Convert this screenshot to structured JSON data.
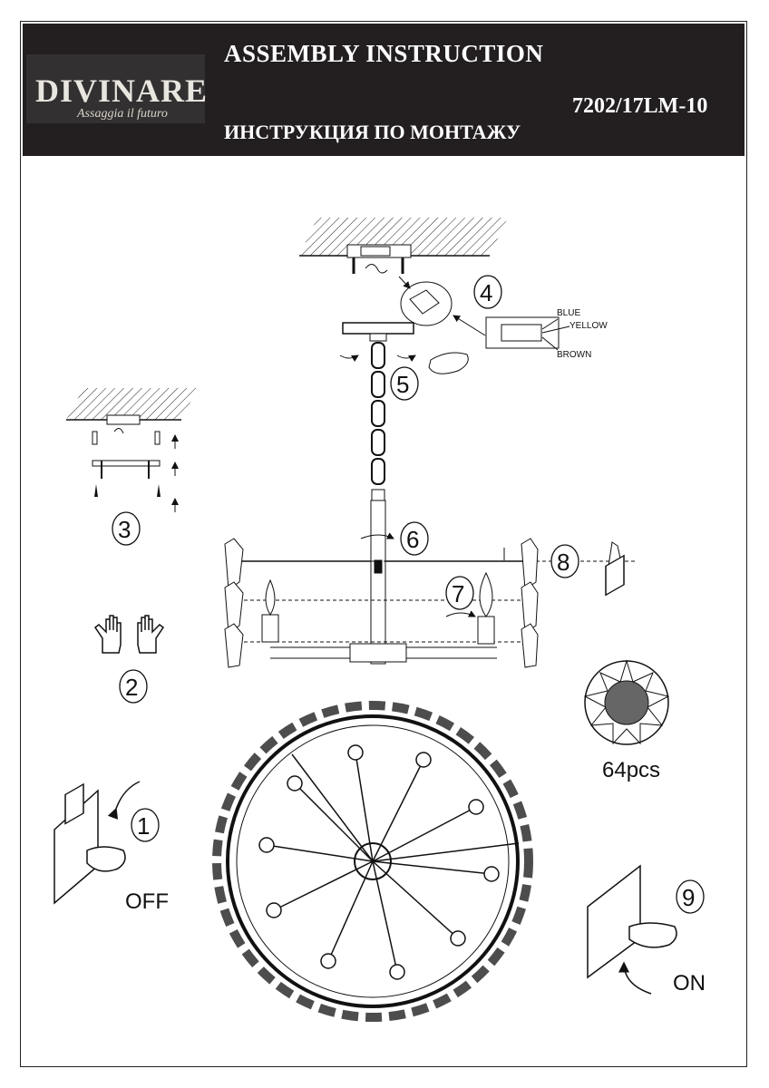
{
  "header": {
    "brand": "DIVINARE",
    "tagline": "Assaggia il futuro",
    "title_en": "ASSEMBLY INSTRUCTION",
    "title_ru": "ИНСТРУКЦИЯ ПО МОНТАЖУ",
    "model": "7202/17LM-10"
  },
  "steps": [
    "1",
    "2",
    "3",
    "4",
    "5",
    "6",
    "7",
    "8",
    "9"
  ],
  "wires": {
    "blue": "BLUE",
    "yellow": "YELLOW",
    "brown": "BROWN"
  },
  "switch_off": "OFF",
  "switch_on": "ON",
  "crystal_count": "64pcs"
}
